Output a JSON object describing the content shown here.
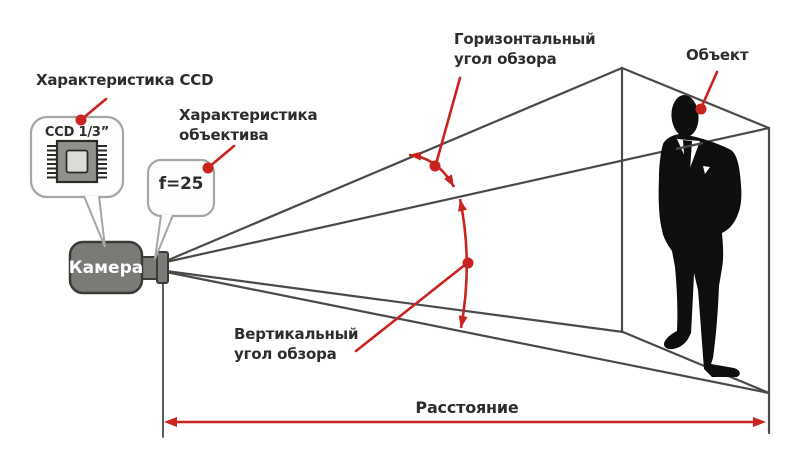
{
  "figure": {
    "title_hint": "CCTV camera field-of-view diagram",
    "callouts": {
      "ccd": {
        "title": "Характеристика CCD",
        "bubble_text": "CCD 1/3”"
      },
      "lens": {
        "title_line1": "Характеристика",
        "title_line2": "объектива",
        "bubble_text": "f=25"
      }
    },
    "camera": {
      "label": "Камера"
    },
    "angles": {
      "horizontal_line1": "Горизонтальный",
      "horizontal_line2": "угол обзора",
      "vertical_line1": "Вертикальный",
      "vertical_line2": "угол обзора"
    },
    "object_label": "Объект",
    "distance_label": "Расстояние",
    "icons": {
      "camera": "cctv-camera-icon",
      "chip": "ccd-chip-icon",
      "person": "person-silhouette-icon"
    },
    "colors": {
      "accent_red": "#c8231f",
      "line_gray": "#4b4a48",
      "camera_gray": "#7b7a77",
      "bubble_border": "#a7a6a4",
      "text": "#2d2d2b",
      "silhouette": "#0e0e0d"
    }
  }
}
